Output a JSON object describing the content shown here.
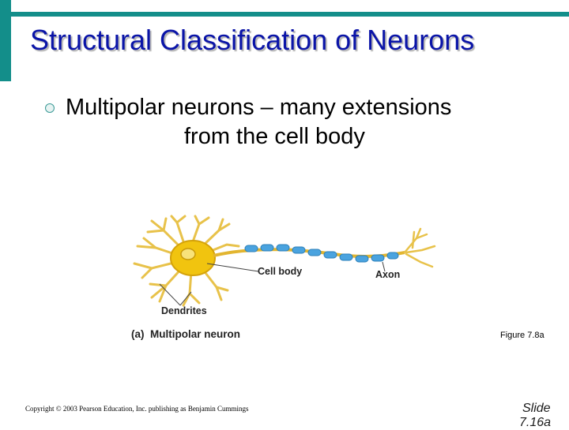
{
  "slide": {
    "title": "Structural Classification of Neurons",
    "bullet": {
      "line1": "Multipolar neurons – many extensions",
      "line2": "from the cell body"
    },
    "figure": {
      "label_cell_body": "Cell body",
      "label_axon": "Axon",
      "label_dendrites": "Dendrites",
      "caption_prefix": "(a)",
      "caption": "Multipolar neuron"
    },
    "figure_number": "Figure 7.8a",
    "copyright": "Copyright © 2003 Pearson Education, Inc. publishing as Benjamin Cummings",
    "slide_label": "Slide",
    "slide_number": "7.16a"
  },
  "colors": {
    "accent": "#138e8a",
    "title": "#0a14a8",
    "cell_body": "#f1c40f",
    "myelin": "#4aa3df"
  }
}
